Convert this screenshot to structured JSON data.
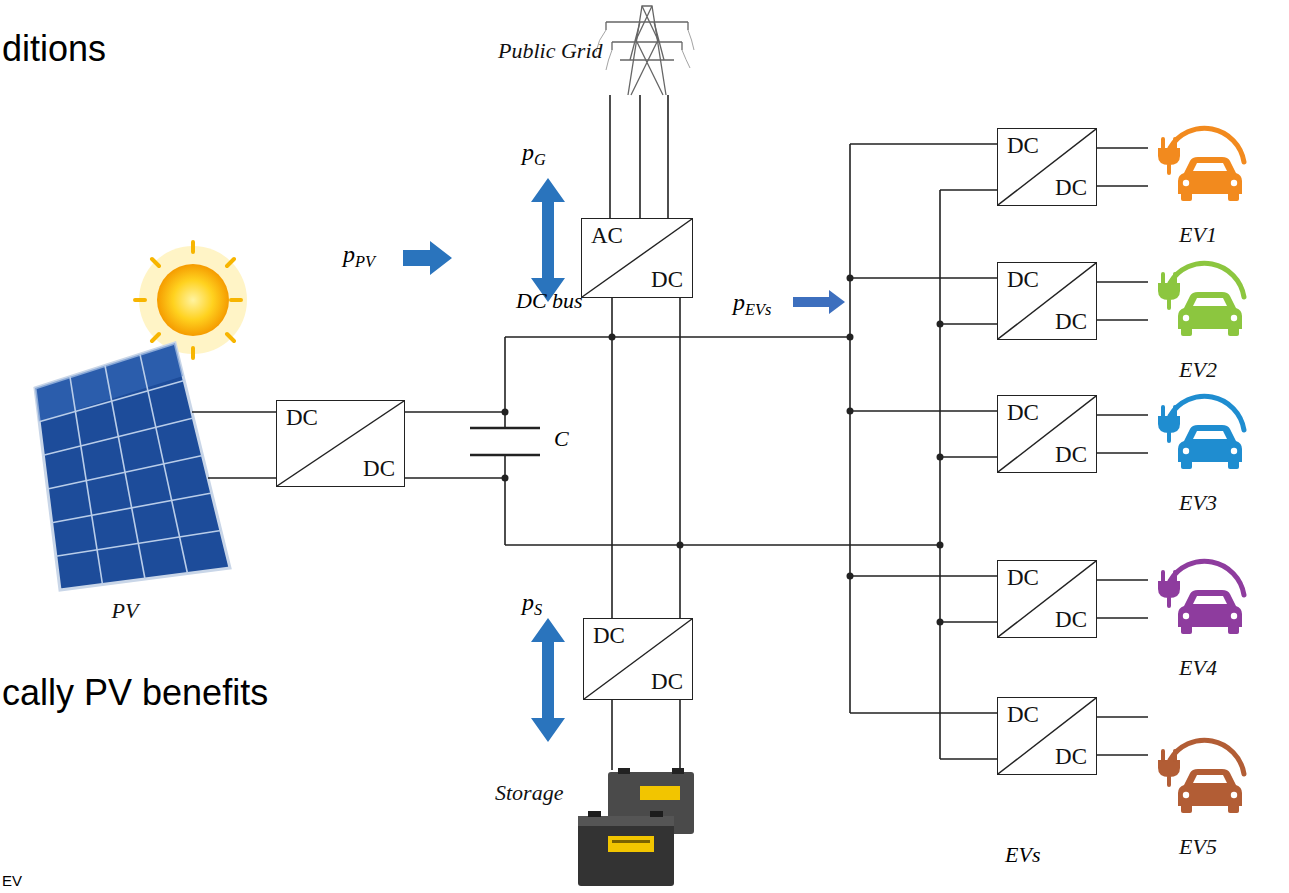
{
  "diagram": {
    "nodes": [
      {
        "text": [
          "Public Grid"
        ]
      },
      {
        "text": [
          "AC",
          "DC"
        ]
      },
      {
        "text": [
          "PV"
        ]
      },
      {
        "text": [
          "DC",
          "DC"
        ]
      },
      {
        "text": [
          "DC",
          "DC"
        ]
      },
      {
        "text": [
          "Storage"
        ]
      },
      {
        "text": [
          "DC",
          "DC"
        ]
      },
      {
        "text": [
          "DC",
          "DC"
        ]
      },
      {
        "text": [
          "DC",
          "DC"
        ]
      },
      {
        "text": [
          "DC",
          "DC"
        ]
      },
      {
        "text": [
          "DC",
          "DC"
        ]
      },
      {
        "text": [
          "EV1"
        ]
      },
      {
        "text": [
          "EV2"
        ]
      },
      {
        "text": [
          "EV3"
        ]
      },
      {
        "text": [
          "EV4"
        ]
      },
      {
        "text": [
          "EV5"
        ]
      }
    ],
    "edges": [
      {
        "from": 0,
        "to": 1,
        "arrow": "none"
      },
      {
        "from": 2,
        "to": 3,
        "arrow": "none"
      },
      {
        "from": 4,
        "to": 5,
        "arrow": "none"
      },
      {
        "from": 6,
        "to": 11,
        "arrow": "none"
      },
      {
        "from": 7,
        "to": 12,
        "arrow": "none"
      },
      {
        "from": 8,
        "to": 13,
        "arrow": "none"
      },
      {
        "from": 9,
        "to": 14,
        "arrow": "none"
      },
      {
        "from": 10,
        "to": 15,
        "arrow": "none"
      }
    ],
    "labels": [
      "ditions",
      "pG",
      "pPV",
      "DC bus",
      "C",
      "pEVs",
      "cally PV benefits",
      "pS",
      "EVs",
      "EV"
    ]
  }
}
